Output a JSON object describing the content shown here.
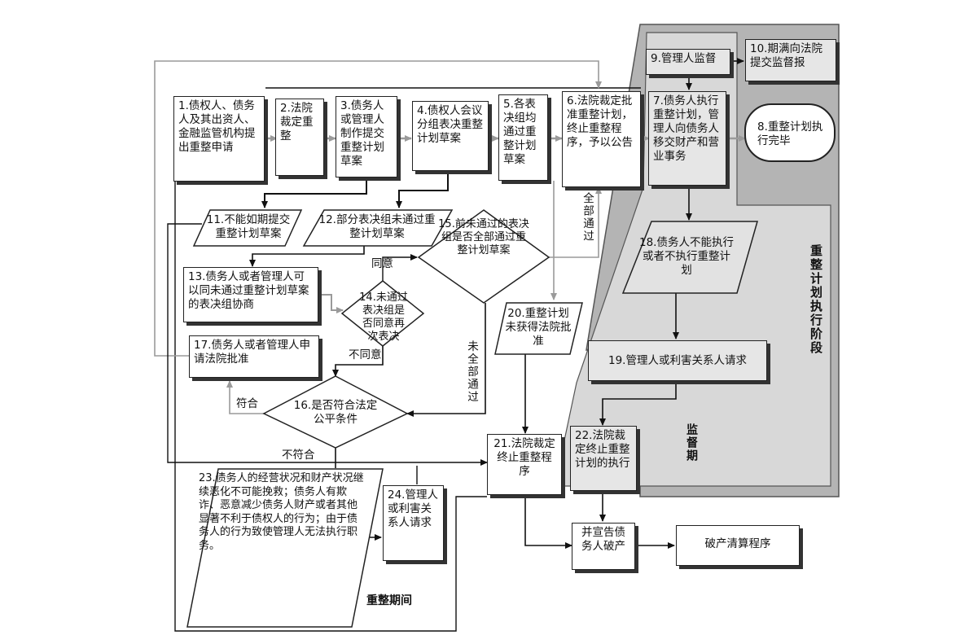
{
  "regions": {
    "execution_phase": "重整计划执行阶段",
    "supervision_period": "监督期",
    "reorganization_period": "重整期间"
  },
  "nodes": {
    "n1": "1.债权人、债务人及其出资人、金融监管机构提出重整申请",
    "n2": "2.法院裁定重整",
    "n3": "3.债务人或管理人制作提交重整计划草案",
    "n4": "4.债权人会议分组表决重整计划草案",
    "n5": "5.各表决组均通过重整计划草案",
    "n6": "6.法院裁定批准重整计划，终止重整程序，予以公告",
    "n7": "7.债务人执行重整计划，管理人向债务人移交财产和营业事务",
    "n8": "8.重整计划执行完毕",
    "n9": "9.管理人监督",
    "n10": "10.期满向法院提交监督报",
    "n11": "11.不能如期提交重整计划草案",
    "n12": "12.部分表决组未通过重整计划草案",
    "n13": "13.债务人或者管理人可以同未通过重整计划草案的表决组协商",
    "n14": "14.未通过表决组是否同意再次表决",
    "n15": "15.前未通过的表决组是否全部通过重整计划草案",
    "n16": "16.是否符合法定公平条件",
    "n17": "17.债务人或者管理人申请法院批准",
    "n18": "18.债务人不能执行或者不执行重整计划",
    "n19": "19.管理人或利害关系人请求",
    "n20": "20.重整计划未获得法院批准",
    "n21": "21.法院裁定终止重整程序",
    "n22": "22.法院裁定终止重整计划的执行",
    "n23": "23.债务人的经营状况和财产状况继续恶化不可能挽救；债务人有欺诈、恶意减少债务人财产或者其他显著不利于债权人的行为；由于债务人的行为致使管理人无法执行职务。",
    "n24": "24.管理人或利害关系人请求",
    "n25": "并宣告债务人破产",
    "n26": "破产清算程序"
  },
  "edge_labels": {
    "all_pass": "全部通过",
    "agree": "同意",
    "disagree": "不同意",
    "not_all_pass": "未全部通过",
    "conform": "符合",
    "not_conform": "不符合"
  },
  "colors": {
    "execution_region": "#b4b4b4",
    "supervision_region": "#d6d6d6",
    "gray_arrow": "#9a9a9a",
    "black_arrow": "#111111"
  }
}
